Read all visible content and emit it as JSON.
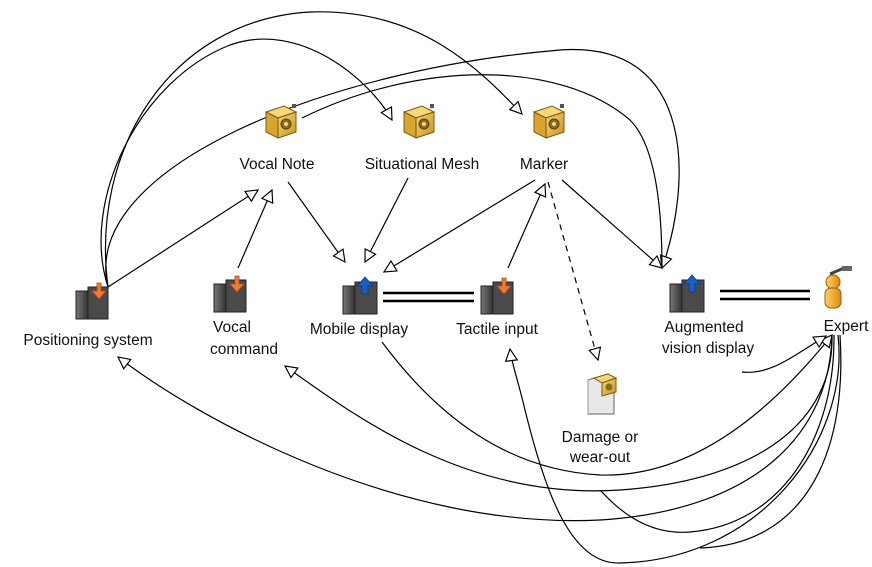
{
  "nodes": {
    "vocal_note": {
      "label": "Vocal Note",
      "icon": "gear-box-icon"
    },
    "situational_mesh": {
      "label": "Situational Mesh",
      "icon": "gear-box-icon"
    },
    "marker": {
      "label": "Marker",
      "icon": "gear-box-icon"
    },
    "damage": {
      "label_line1": "Damage or",
      "label_line2": "wear-out",
      "icon": "gear-document-icon"
    },
    "positioning": {
      "label": "Positioning system",
      "icon": "input-device-icon"
    },
    "vocal_command": {
      "label_line1": "Vocal",
      "label_line2": "command",
      "icon": "input-device-icon"
    },
    "mobile_display": {
      "label": "Mobile display",
      "icon": "output-device-icon"
    },
    "tactile_input": {
      "label": "Tactile input",
      "icon": "input-device-icon"
    },
    "augmented": {
      "label_line1": "Augmented",
      "label_line2": "vision display",
      "icon": "output-device-icon"
    },
    "expert": {
      "label": "Expert",
      "icon": "user-icon"
    }
  },
  "colors": {
    "gear_box": "#e9b840",
    "input_arrow": "#f07a33",
    "output_arrow": "#1a5fc4",
    "device": "#555555",
    "user_body": "#f5a623",
    "line": "#000000"
  }
}
